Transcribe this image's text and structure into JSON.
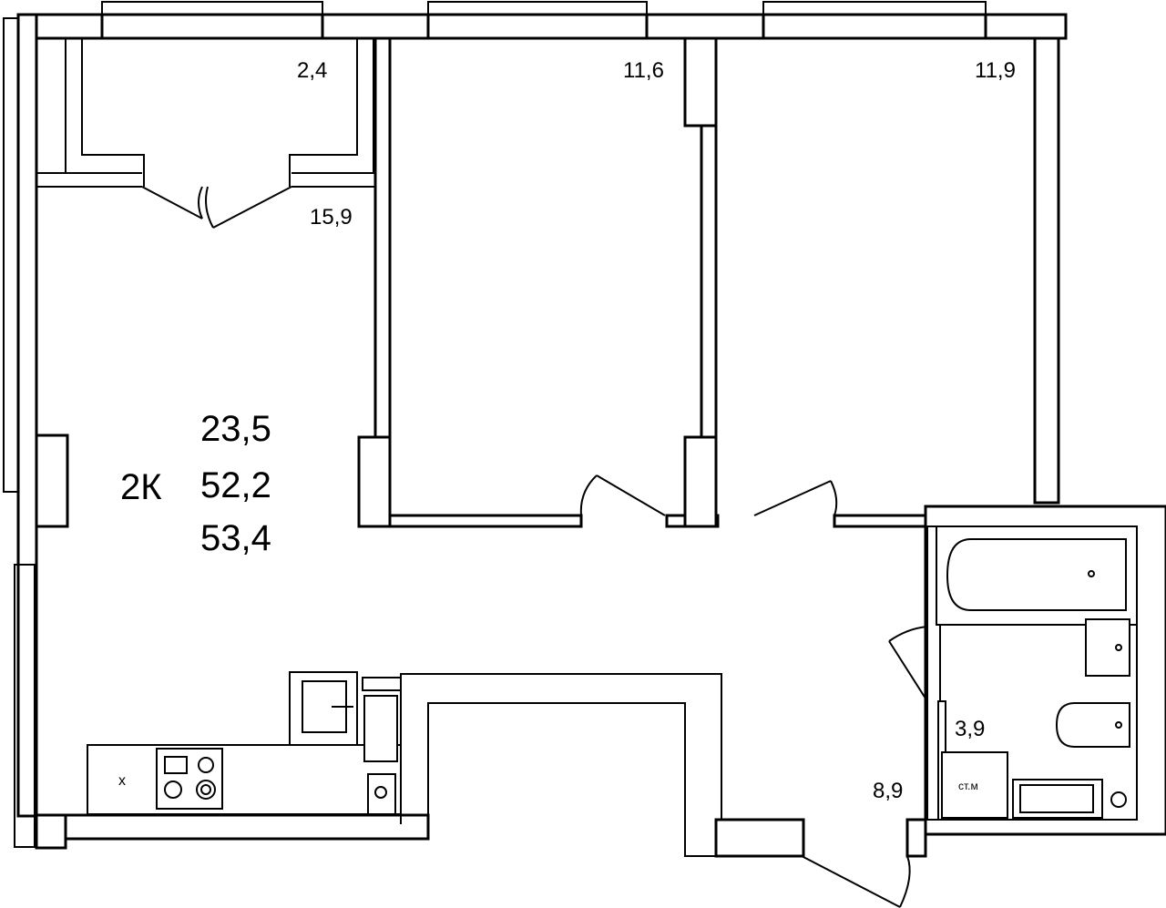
{
  "plan": {
    "apartment_type": "2К",
    "living_area": "23,5",
    "total_area": "52,2",
    "total_area_with_balcony": "53,4"
  },
  "rooms": {
    "loggia": "2,4",
    "bedroom_1": "11,6",
    "bedroom_2": "11,9",
    "living_room": "15,9",
    "bathroom": "3,9",
    "hallway": "8,9"
  },
  "fixtures": {
    "washing_machine": "ст.м",
    "fridge": "х"
  },
  "colors": {
    "line": "#000000",
    "background": "#ffffff"
  }
}
